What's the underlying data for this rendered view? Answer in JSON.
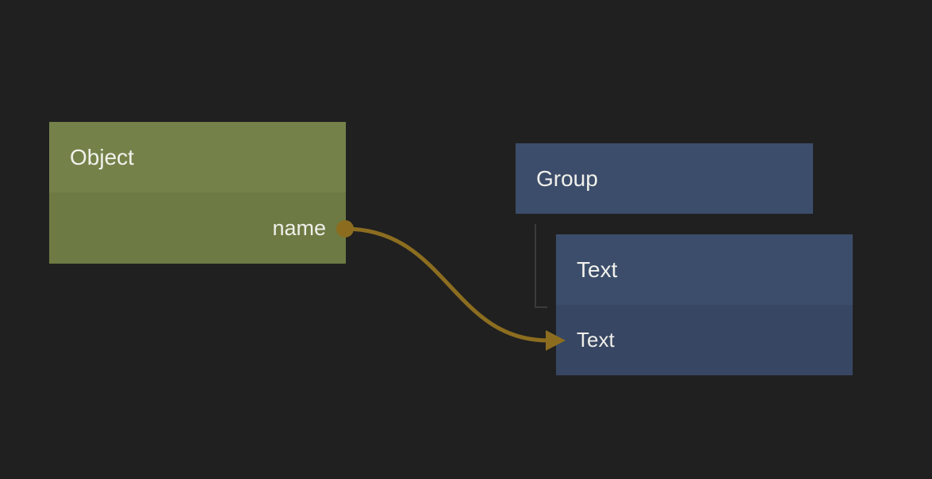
{
  "canvas": {
    "background_color": "#202020"
  },
  "nodes": {
    "object": {
      "title": "Object",
      "header_color": "#74824a",
      "body_color": "#6d7a43",
      "output_port": {
        "label": "name",
        "port_color": "#8c6d20"
      }
    },
    "group": {
      "title": "Group",
      "header_color": "#3b4d6a"
    },
    "text": {
      "title": "Text",
      "header_color": "#3b4d6a",
      "body_color": "#374662",
      "field_label": "Text"
    }
  },
  "connection": {
    "from_port": "name",
    "to_field": "Text",
    "color": "#8c6d20"
  },
  "tree_connector": {
    "parent": "Group",
    "child": "Text",
    "color": "#3b3b3b"
  }
}
